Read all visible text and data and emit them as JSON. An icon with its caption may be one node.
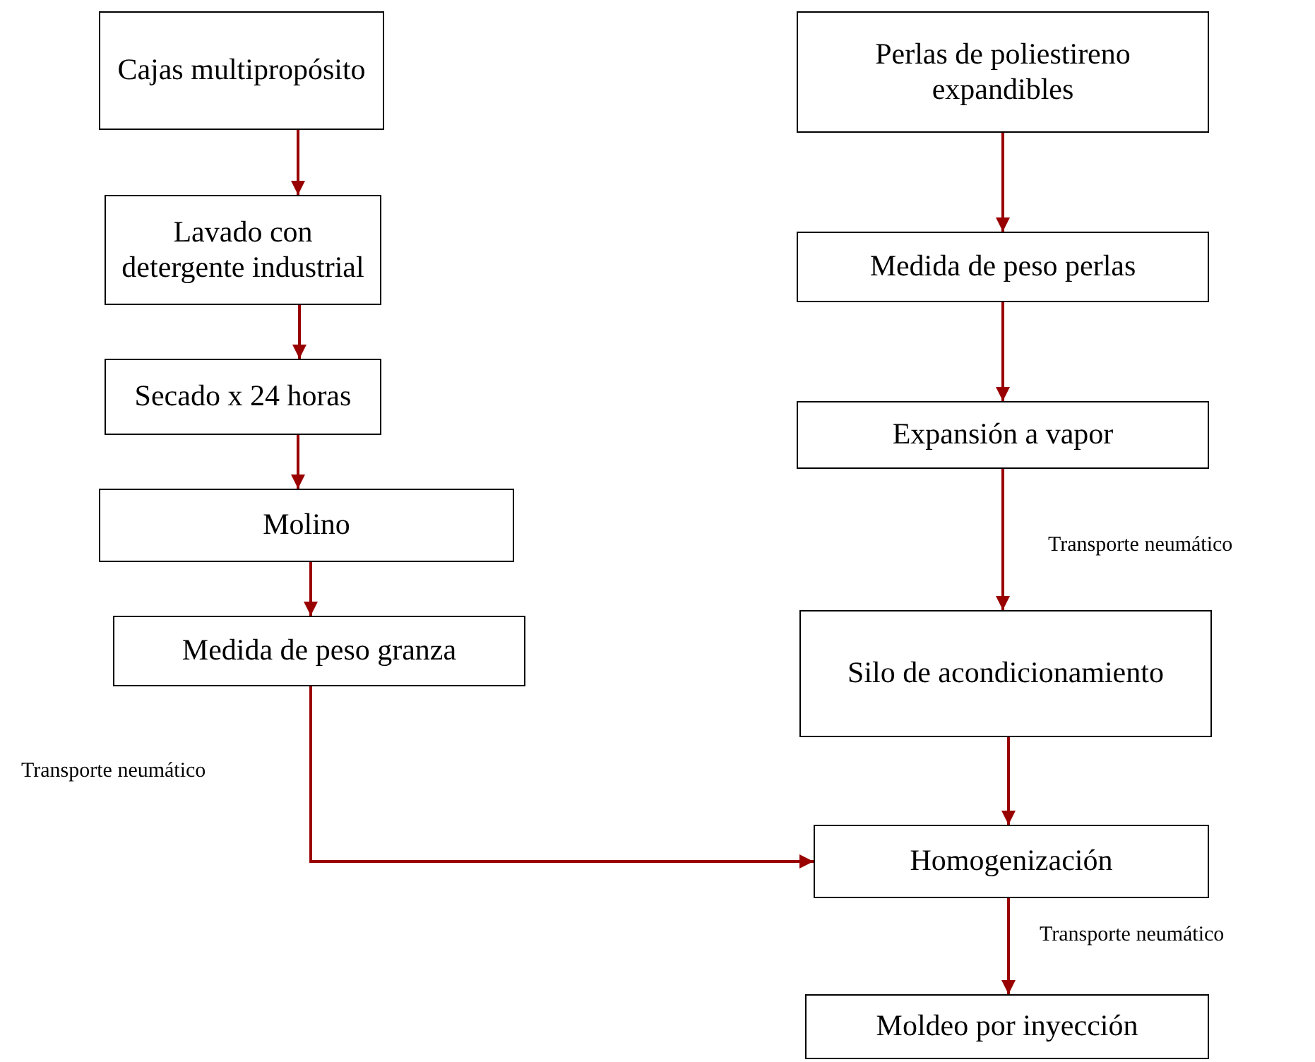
{
  "diagram": {
    "nodes": [
      {
        "text": [
          "Cajas multipropósito"
        ]
      },
      {
        "text": [
          "Lavado con detergente industrial"
        ]
      },
      {
        "text": [
          "Secado x 24 horas"
        ]
      },
      {
        "text": [
          "Molino"
        ]
      },
      {
        "text": [
          "Medida de peso granza"
        ]
      },
      {
        "text": [
          "Perlas de poliestireno expandibles"
        ]
      },
      {
        "text": [
          "Medida de peso perlas"
        ]
      },
      {
        "text": [
          "Expansión a vapor"
        ]
      },
      {
        "text": [
          "Silo de acondicionamiento"
        ]
      },
      {
        "text": [
          "Homogenización"
        ]
      },
      {
        "text": [
          "Moldeo por inyección"
        ]
      }
    ],
    "edges": [
      {
        "from": 0,
        "to": 1,
        "arrow": "to"
      },
      {
        "from": 1,
        "to": 2,
        "arrow": "to"
      },
      {
        "from": 2,
        "to": 3,
        "arrow": "to"
      },
      {
        "from": 3,
        "to": 4,
        "arrow": "to"
      },
      {
        "from": 4,
        "to": 9,
        "arrow": "to",
        "label": "Transporte neumático"
      },
      {
        "from": 5,
        "to": 6,
        "arrow": "to"
      },
      {
        "from": 6,
        "to": 7,
        "arrow": "to"
      },
      {
        "from": 7,
        "to": 8,
        "arrow": "to",
        "label": "Transporte neumático"
      },
      {
        "from": 8,
        "to": 9,
        "arrow": "to"
      },
      {
        "from": 9,
        "to": 10,
        "arrow": "to",
        "label": "Transporte neumático"
      }
    ]
  }
}
